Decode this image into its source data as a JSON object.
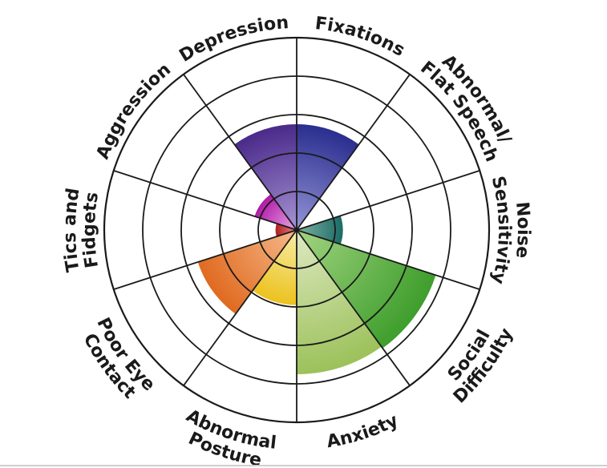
{
  "chart_data": {
    "type": "polar-area",
    "title": "",
    "max_value": 5,
    "rings": 5,
    "grid": true,
    "categories": [
      {
        "label": "Fixations",
        "lines": [
          "Fixations"
        ],
        "value": 2.75,
        "colors": [
          "#9494d6",
          "#2a2e8e"
        ]
      },
      {
        "label": "Abnormal/ Flat Speech",
        "lines": [
          "Abnormal/",
          "Flat Speech"
        ],
        "value": 0,
        "colors": [
          "#cccccc",
          "#999999"
        ]
      },
      {
        "label": "Noise Sensitivity",
        "lines": [
          "Noise",
          "Sensitivity"
        ],
        "value": 1.2,
        "colors": [
          "#7fb3a4",
          "#1d6b66"
        ]
      },
      {
        "label": "Social Difficulty",
        "lines": [
          "Social",
          "Difficulty"
        ],
        "value": 3.8,
        "colors": [
          "#a3d482",
          "#3e9e2c"
        ]
      },
      {
        "label": "Anxiety",
        "lines": [
          "Anxiety"
        ],
        "value": 3.75,
        "colors": [
          "#dde9c2",
          "#9cc15a"
        ]
      },
      {
        "label": "Abnormal Posture",
        "lines": [
          "Abnormal",
          "Posture"
        ],
        "value": 1.95,
        "colors": [
          "#f8eeaa",
          "#ecc21e"
        ]
      },
      {
        "label": "Poor Eye Contact",
        "lines": [
          "Poor Eye",
          "Contact"
        ],
        "value": 2.7,
        "colors": [
          "#f5b98a",
          "#e06a20"
        ]
      },
      {
        "label": "Tics and Fidgets",
        "lines": [
          "Tics and",
          "Fidgets"
        ],
        "value": 0.55,
        "colors": [
          "#e48888",
          "#b01e1e"
        ]
      },
      {
        "label": "Aggression",
        "lines": [
          "Aggression"
        ],
        "value": 1.15,
        "colors": [
          "#e9a6e5",
          "#b01aa8"
        ]
      },
      {
        "label": "Depression",
        "lines": [
          "Depression"
        ],
        "value": 2.75,
        "colors": [
          "#a794d4",
          "#4a2a8a"
        ]
      }
    ]
  }
}
